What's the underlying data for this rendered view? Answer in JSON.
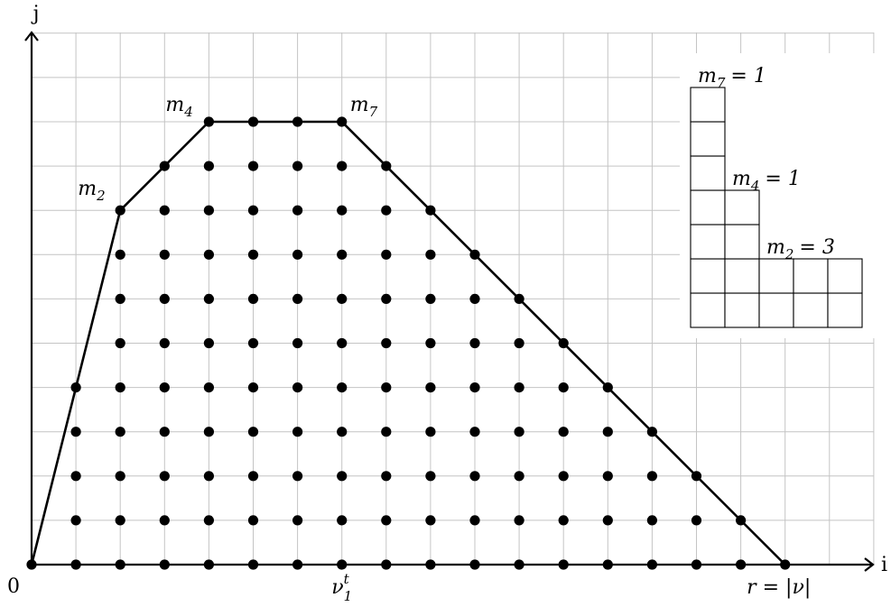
{
  "axes": {
    "x_label": "i",
    "y_label": "j",
    "origin_label": "0"
  },
  "x_ticks": [
    {
      "i": 7,
      "main": "ν",
      "sup": "t",
      "sub": "1"
    },
    {
      "i": 17,
      "main": "r = |ν|",
      "sup": "",
      "sub": ""
    }
  ],
  "vertex_labels": [
    {
      "main": "m",
      "sub": "2",
      "at": [
        2,
        8
      ]
    },
    {
      "main": "m",
      "sub": "4",
      "at": [
        4,
        10
      ]
    },
    {
      "main": "m",
      "sub": "7",
      "at": [
        7,
        10
      ]
    }
  ],
  "boundary": [
    [
      0,
      0
    ],
    [
      2,
      8
    ],
    [
      4,
      10
    ],
    [
      7,
      10
    ],
    [
      17,
      0
    ]
  ],
  "lattice_columns": [
    {
      "i": 0,
      "jmax": 0
    },
    {
      "i": 1,
      "jmax": 4
    },
    {
      "i": 2,
      "jmax": 8
    },
    {
      "i": 3,
      "jmax": 9
    },
    {
      "i": 4,
      "jmax": 10
    },
    {
      "i": 5,
      "jmax": 10
    },
    {
      "i": 6,
      "jmax": 10
    },
    {
      "i": 7,
      "jmax": 10
    },
    {
      "i": 8,
      "jmax": 9
    },
    {
      "i": 9,
      "jmax": 8
    },
    {
      "i": 10,
      "jmax": 7
    },
    {
      "i": 11,
      "jmax": 6
    },
    {
      "i": 12,
      "jmax": 5
    },
    {
      "i": 13,
      "jmax": 4
    },
    {
      "i": 14,
      "jmax": 3
    },
    {
      "i": 15,
      "jmax": 2
    },
    {
      "i": 16,
      "jmax": 1
    },
    {
      "i": 17,
      "jmax": 0
    }
  ],
  "young_diagram": {
    "column_heights": [
      7,
      4,
      2,
      2,
      2
    ],
    "labels": [
      {
        "main": "m",
        "sub": "7",
        "value": "= 1",
        "at_col": 0,
        "at_height": 7
      },
      {
        "main": "m",
        "sub": "4",
        "value": "= 1",
        "at_col": 1,
        "at_height": 4
      },
      {
        "main": "m",
        "sub": "2",
        "value": "= 3",
        "at_col": 2,
        "at_height": 2
      }
    ]
  }
}
